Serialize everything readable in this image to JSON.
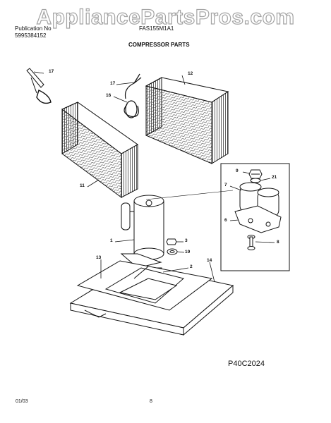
{
  "header": {
    "publication_label": "Publication No",
    "publication_number": "5995384152",
    "model": "FAS155M1A1",
    "section_title": "COMPRESSOR PARTS"
  },
  "watermark": "AppliancePartsPros.com",
  "callouts": [
    "17",
    "17",
    "16",
    "12",
    "11",
    "9",
    "21",
    "7",
    "6",
    "8",
    "1",
    "3",
    "19",
    "2",
    "13",
    "14"
  ],
  "drawing_id": "P40C2024",
  "footer": {
    "date": "01/03",
    "page": "8"
  }
}
